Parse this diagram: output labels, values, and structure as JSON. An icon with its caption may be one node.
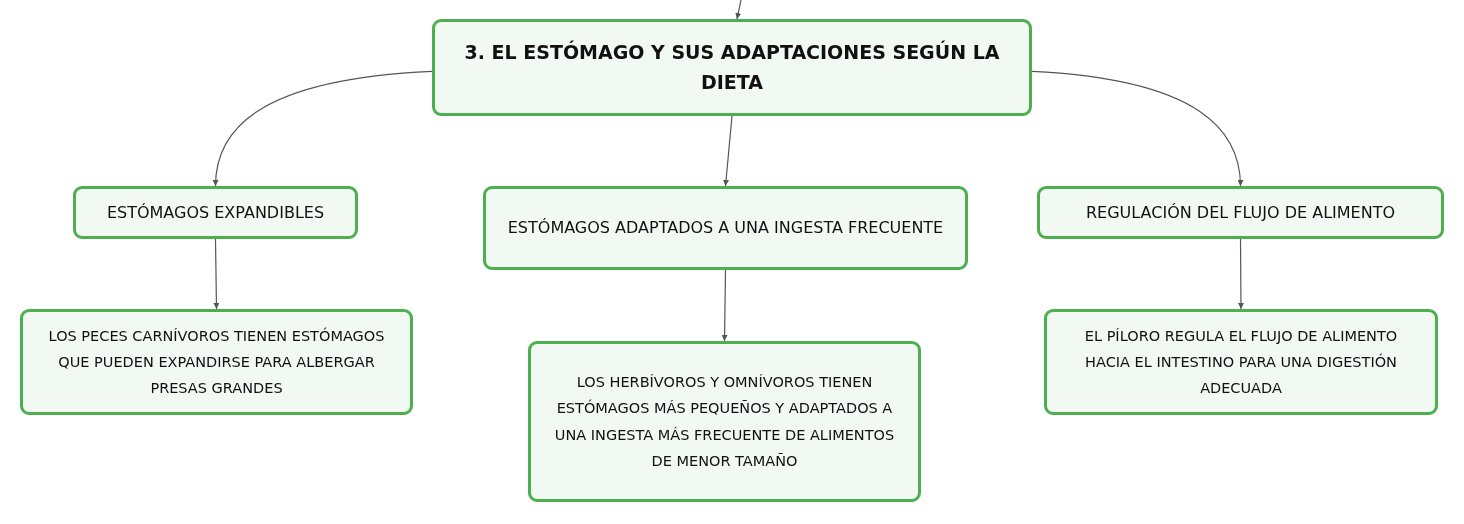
{
  "diagram": {
    "nodes": [
      {
        "text": [
          "3. EL ESTÓMAGO Y SUS ADAPTACIONES SEGÚN LA DIETA"
        ]
      },
      {
        "text": [
          "ESTÓMAGOS EXPANDIBLES"
        ]
      },
      {
        "text": [
          "ESTÓMAGOS ADAPTADOS A UNA INGESTA FRECUENTE"
        ]
      },
      {
        "text": [
          "REGULACIÓN DEL FLUJO DE ALIMENTO"
        ]
      },
      {
        "text": [
          "LOS PECES CARNÍVOROS TIENEN ESTÓMAGOS QUE PUEDEN EXPANDIRSE PARA ALBERGAR PRESAS GRANDES"
        ]
      },
      {
        "text": [
          "LOS HERBÍVOROS Y OMNÍVOROS TIENEN ESTÓMAGOS MÁS PEQUEÑOS Y ADAPTADOS A UNA INGESTA MÁS FRECUENTE DE ALIMENTOS DE MENOR TAMAÑO"
        ]
      },
      {
        "text": [
          "EL PÍLORO REGULA EL FLUJO DE ALIMENTO HACIA EL INTESTINO PARA UNA DIGESTIÓN ADECUADA"
        ]
      }
    ],
    "edges": [
      {
        "from": null,
        "to": 0,
        "arrow": "to"
      },
      {
        "from": 0,
        "to": 1,
        "arrow": "to"
      },
      {
        "from": 0,
        "to": 2,
        "arrow": "to"
      },
      {
        "from": 0,
        "to": 3,
        "arrow": "to"
      },
      {
        "from": 1,
        "to": 4,
        "arrow": "to"
      },
      {
        "from": 2,
        "to": 5,
        "arrow": "to"
      },
      {
        "from": 3,
        "to": 6,
        "arrow": "to"
      }
    ]
  }
}
